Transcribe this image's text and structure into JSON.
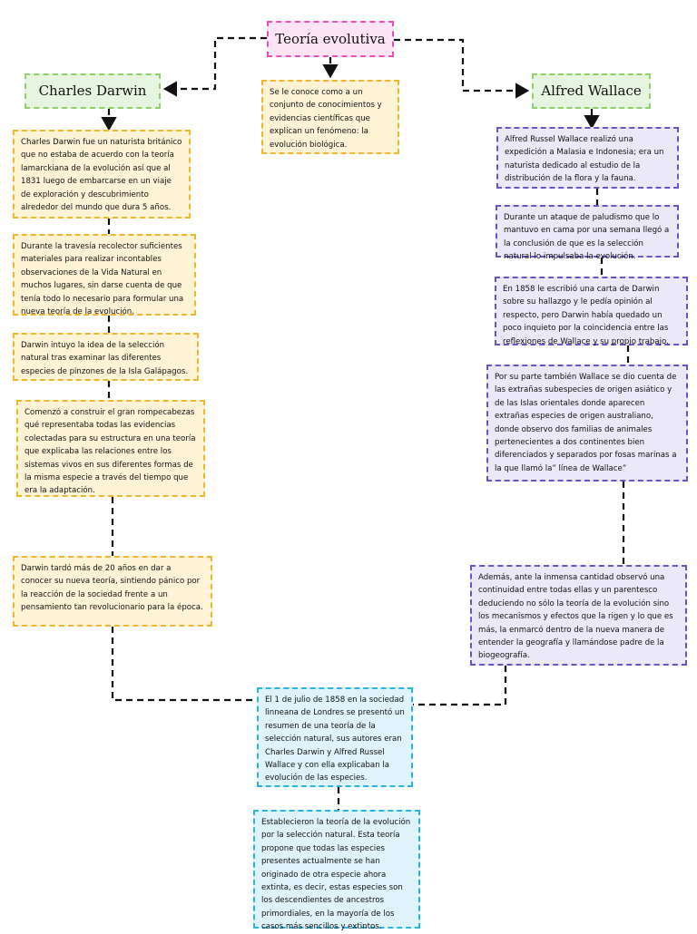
{
  "title": "Teoría evolutiva",
  "definition": "Se le conoce como a un conjunto de conocimientos y evidencias científicas que explican un fenómeno: la evolución biológica.",
  "darwin": {
    "name": "Charles Darwin",
    "notes": [
      "Charles Darwin fue un naturista británico que no estaba de acuerdo con la teoría lamarckiana de la evolución así que al 1831 luego de embarcarse en un viaje de exploración y descubrimiento alrededor del mundo que dura 5 años.",
      "Durante la travesía recolector suficientes materiales para realizar incontables observaciones de la Vida Natural en muchos lugares, sin darse cuenta de que tenía todo lo necesario para formular una nueva teoría de la evolución.",
      "Darwin intuyo la idea de la selección natural tras examinar las diferentes especies de pinzones de la Isla Galápagos.",
      "Comenzó a construir el gran rompecabezas qué representaba todas las evidencias colectadas para su estructura en una teoría que explicaba las relaciones entre los sistemas vivos en sus diferentes formas de la misma especie a través del tiempo que era la adaptación.",
      "Darwin tardó más de 20 años en dar a conocer su nueva teoría, sintiendo pánico por la reacción de la sociedad frente a un pensamiento tan revolucionario para la época."
    ]
  },
  "wallace": {
    "name": "Alfred Wallace",
    "notes": [
      "Alfred Russel Wallace realizó una expedición a Malasia e Indonesia; era un naturista dedicado al estudio de la distribución de la flora y la fauna.",
      "Durante un ataque de paludismo que lo mantuvo en cama por una semana llegó a la conclusión de que es la selección natural lo impulsaba la evolución.",
      "En 1858 le escribió una carta de Darwin sobre su hallazgo y le pedía opinión al respecto, pero Darwin había quedado un poco inquieto por la coincidencia entre las reflexiones de Wallace y su propio trabajo.",
      "Por su parte también Wallace se dio cuenta de las extrañas subespecies de origen asiático y de las Islas orientales donde aparecen extrañas especies de origen australiano, donde observo dos familias de animales pertenecientes a dos continentes bien diferenciados y separados por fosas marinas a la que llamó la” línea de Wallace”",
      "Además, ante la inmensa cantidad observó una continuidad entre todas ellas y un parentesco deduciendo no sólo la teoría de la evolución sino los mecanismos y efectos que la rigen y lo que es más, la enmarcó dentro de la nueva manera de entender la geografía y llamándose padre de la biogeografía."
    ]
  },
  "joint": [
    "El 1 de julio de 1858 en la sociedad linneana de Londres se presentó un resumen de una teoría de la selección natural, sus autores eran Charles Darwin y Alfred Russel Wallace y con ella explicaban la evolución de las especies.",
    "Establecieron la teoría de la evolución por la selección natural. Esta teoría propone que todas las especies presentes actualmente se han originado de otra especie ahora extinta, es decir, estas especies son los descendientes de ancestros primordiales, en la mayoría de los casos más sencillos y extintos."
  ],
  "colors": {
    "title_border": "#e84fb6",
    "darwin_border": "#f0b62e",
    "wallace_border": "#6a52c9",
    "joint_border": "#27b6e0",
    "name_border": "#8fd06a"
  }
}
